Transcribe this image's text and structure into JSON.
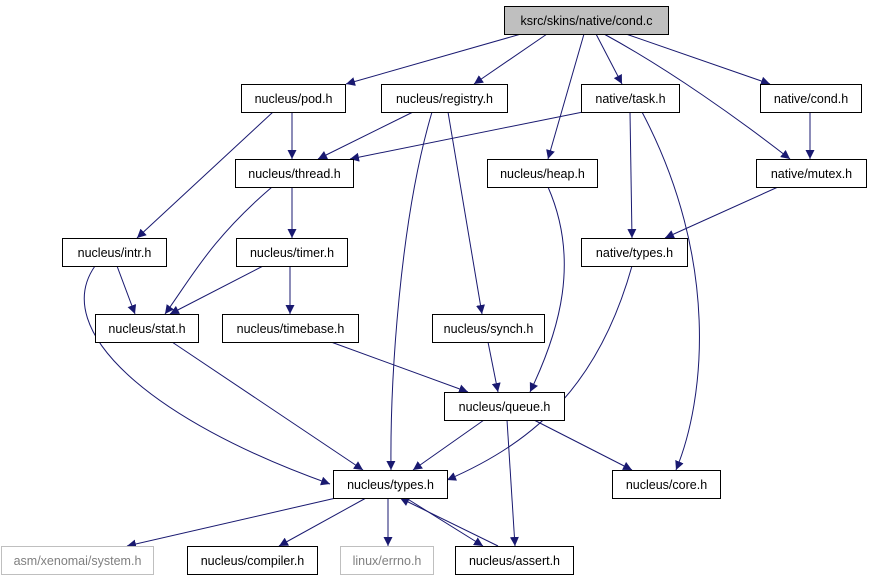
{
  "nodes": [
    {
      "id": "n0",
      "label": "ksrc/skins/native/cond.c",
      "kind": "root"
    },
    {
      "id": "n1",
      "label": "nucleus/pod.h",
      "kind": "normal"
    },
    {
      "id": "n2",
      "label": "nucleus/registry.h",
      "kind": "normal"
    },
    {
      "id": "n3",
      "label": "native/task.h",
      "kind": "normal"
    },
    {
      "id": "n4",
      "label": "native/cond.h",
      "kind": "normal"
    },
    {
      "id": "n5",
      "label": "nucleus/thread.h",
      "kind": "normal"
    },
    {
      "id": "n6",
      "label": "nucleus/heap.h",
      "kind": "normal"
    },
    {
      "id": "n7",
      "label": "native/mutex.h",
      "kind": "normal"
    },
    {
      "id": "n8",
      "label": "nucleus/intr.h",
      "kind": "normal"
    },
    {
      "id": "n9",
      "label": "nucleus/timer.h",
      "kind": "normal"
    },
    {
      "id": "n10",
      "label": "native/types.h",
      "kind": "normal"
    },
    {
      "id": "n11",
      "label": "nucleus/stat.h",
      "kind": "normal"
    },
    {
      "id": "n12",
      "label": "nucleus/timebase.h",
      "kind": "normal"
    },
    {
      "id": "n13",
      "label": "nucleus/synch.h",
      "kind": "normal"
    },
    {
      "id": "n14",
      "label": "nucleus/queue.h",
      "kind": "normal"
    },
    {
      "id": "n15",
      "label": "nucleus/types.h",
      "kind": "normal"
    },
    {
      "id": "n16",
      "label": "nucleus/core.h",
      "kind": "normal"
    },
    {
      "id": "n17",
      "label": "asm/xenomai/system.h",
      "kind": "external"
    },
    {
      "id": "n18",
      "label": "nucleus/compiler.h",
      "kind": "normal"
    },
    {
      "id": "n19",
      "label": "linux/errno.h",
      "kind": "external"
    },
    {
      "id": "n20",
      "label": "nucleus/assert.h",
      "kind": "normal"
    }
  ],
  "edges": [
    {
      "from": "n0",
      "to": "n1"
    },
    {
      "from": "n0",
      "to": "n2"
    },
    {
      "from": "n0",
      "to": "n3"
    },
    {
      "from": "n0",
      "to": "n4"
    },
    {
      "from": "n0",
      "to": "n6"
    },
    {
      "from": "n0",
      "to": "n7"
    },
    {
      "from": "n1",
      "to": "n5"
    },
    {
      "from": "n1",
      "to": "n8"
    },
    {
      "from": "n2",
      "to": "n5"
    },
    {
      "from": "n2",
      "to": "n15"
    },
    {
      "from": "n2",
      "to": "n13"
    },
    {
      "from": "n3",
      "to": "n5"
    },
    {
      "from": "n3",
      "to": "n10"
    },
    {
      "from": "n3",
      "to": "n16"
    },
    {
      "from": "n4",
      "to": "n7"
    },
    {
      "from": "n7",
      "to": "n10"
    },
    {
      "from": "n5",
      "to": "n9"
    },
    {
      "from": "n5",
      "to": "n11"
    },
    {
      "from": "n8",
      "to": "n11"
    },
    {
      "from": "n8",
      "to": "n15"
    },
    {
      "from": "n9",
      "to": "n11"
    },
    {
      "from": "n9",
      "to": "n12"
    },
    {
      "from": "n6",
      "to": "n14"
    },
    {
      "from": "n10",
      "to": "n15"
    },
    {
      "from": "n11",
      "to": "n15"
    },
    {
      "from": "n12",
      "to": "n14"
    },
    {
      "from": "n13",
      "to": "n14"
    },
    {
      "from": "n14",
      "to": "n15"
    },
    {
      "from": "n14",
      "to": "n16"
    },
    {
      "from": "n14",
      "to": "n20"
    },
    {
      "from": "n15",
      "to": "n17"
    },
    {
      "from": "n15",
      "to": "n18"
    },
    {
      "from": "n15",
      "to": "n19"
    },
    {
      "from": "n15",
      "to": "n20"
    },
    {
      "from": "n20",
      "to": "n15"
    }
  ],
  "colors": {
    "edge": "#191970",
    "root_fill": "#bfbfbf",
    "external_border": "#bfbfbf",
    "external_text": "#7f7f7f"
  }
}
